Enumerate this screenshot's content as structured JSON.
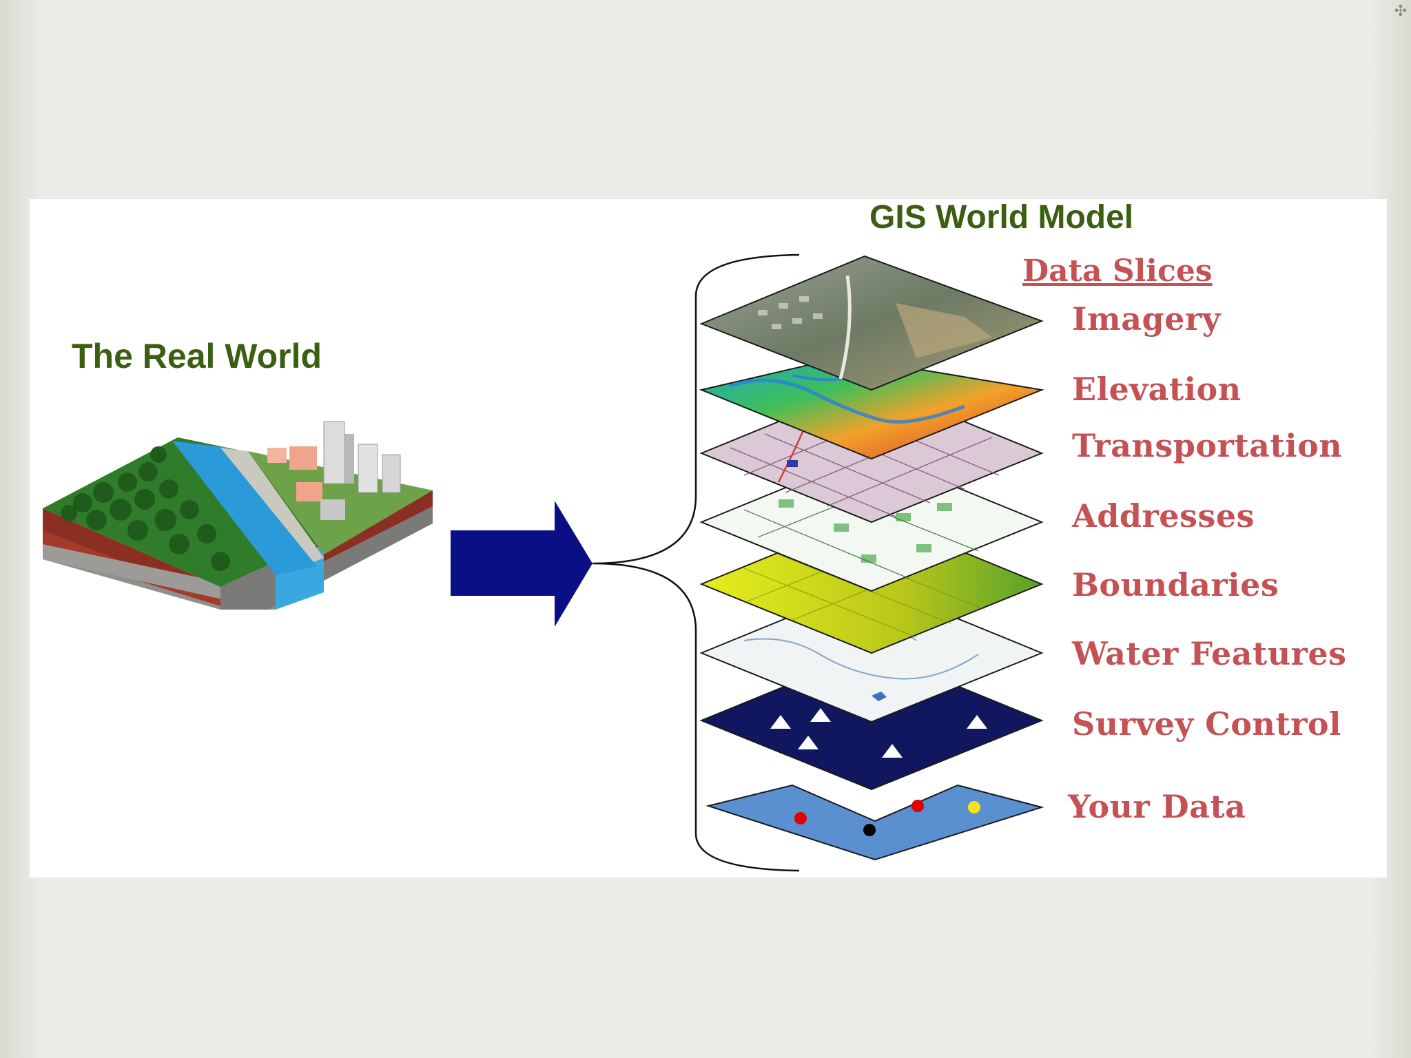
{
  "left": {
    "title": "The Real World"
  },
  "right": {
    "title": "GIS World Model",
    "subtitle": "Data Slices"
  },
  "layers": [
    {
      "label": "Imagery"
    },
    {
      "label": "Elevation"
    },
    {
      "label": "Transportation"
    },
    {
      "label": "Addresses"
    },
    {
      "label": "Boundaries"
    },
    {
      "label": "Water Features"
    },
    {
      "label": "Survey Control"
    },
    {
      "label": "Your Data"
    }
  ],
  "colors": {
    "arrow": "#0b0f86",
    "label": "#c45255",
    "title_green": "#3b5e12",
    "survey_layer": "#10175e",
    "your_data_layer": "#5a8fd0"
  }
}
